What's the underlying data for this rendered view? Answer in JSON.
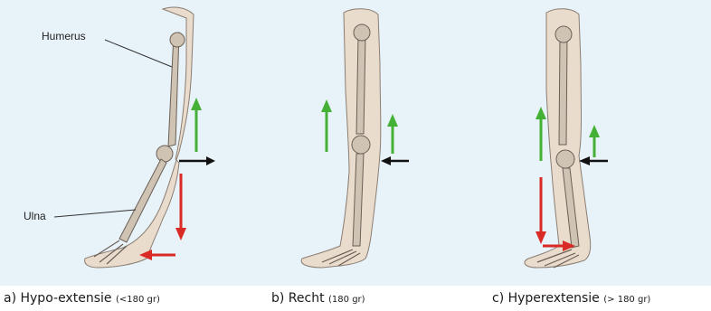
{
  "labels": {
    "humerus": "Humerus",
    "ulna": "Ulna"
  },
  "captions": [
    {
      "main": "a) Hypo-extensie",
      "note": "(<180 gr)"
    },
    {
      "main": "b) Recht",
      "note": "(180 gr)"
    },
    {
      "main": "c) Hyperextensie",
      "note": "(> 180 gr)"
    }
  ],
  "colors": {
    "background": "#e8f2f9",
    "skin": "#eadccd",
    "bone": "#cfc3b4",
    "green_arrow": "#44b035",
    "red_arrow": "#d92a25",
    "black_arrow": "#111111"
  }
}
